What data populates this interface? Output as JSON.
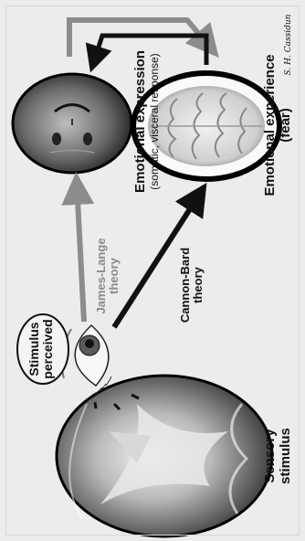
{
  "labels": {
    "sensory_stimulus": [
      "Sensory",
      "stimulus"
    ],
    "stimulus_perceived": [
      "Stimulus",
      "perceived"
    ],
    "james_lange": [
      "James-Lange",
      "theory"
    ],
    "cannon_bard": [
      "Cannon-Bard",
      "theory"
    ],
    "emotional_expression": "Emotional expression",
    "emotional_expression_sub": "(somatic, visceral response)",
    "emotional_experience": "Emotional experience",
    "emotional_experience_sub": "(fear)",
    "credit": "S. H. Cassidun"
  },
  "colors": {
    "background": "#ececec",
    "james_lange_arrow": "#8c8c8c",
    "cannon_bard_arrow": "#111111",
    "feedback_gray_arrow": "#8c8c8c",
    "feedback_black_arrow": "#111111"
  },
  "icons": [
    "shark-image",
    "eye-image",
    "face-image",
    "brain-image"
  ]
}
